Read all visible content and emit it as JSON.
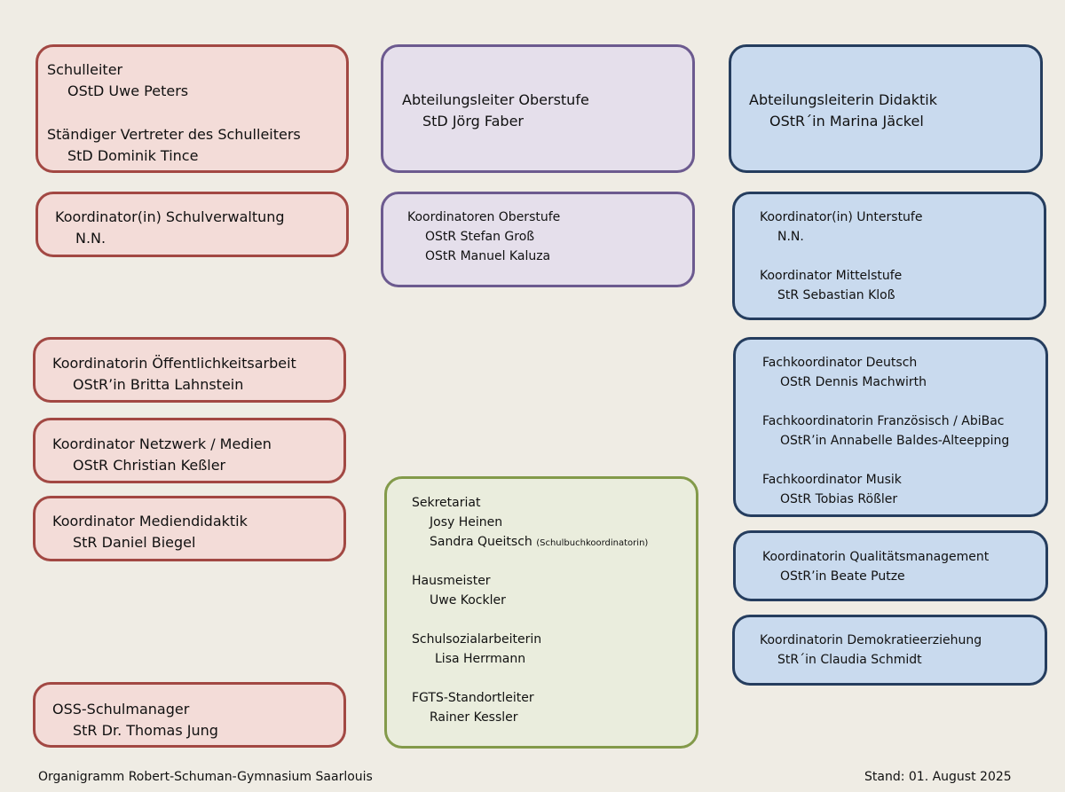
{
  "left": {
    "leadership": [
      {
        "title": "Schulleiter",
        "name": "OStD Uwe Peters"
      },
      {
        "title": "Ständiger Vertreter des Schulleiters",
        "name": "StD Dominik Tince"
      }
    ],
    "verwaltung": {
      "title": "Koordinator(in) Schulverwaltung",
      "name": "N.N."
    },
    "oeffentlichkeit": {
      "title": "Koordinatorin Öffentlichkeitsarbeit",
      "name": "OStR’in Britta Lahnstein"
    },
    "netzwerk": {
      "title": "Koordinator Netzwerk / Medien",
      "name": "OStR Christian Keßler"
    },
    "mediendidaktik": {
      "title": "Koordinator Mediendidaktik",
      "name": "StR Daniel Biegel"
    },
    "oss": {
      "title": "OSS-Schulmanager",
      "name": "StR Dr. Thomas Jung"
    }
  },
  "middle": {
    "oberstufe_leiter": {
      "title": "Abteilungsleiter Oberstufe",
      "name": "StD Jörg Faber"
    },
    "oberstufe_koord": {
      "title": "Koordinatoren Oberstufe",
      "names": [
        "OStR Stefan Groß",
        "OStR Manuel Kaluza"
      ]
    },
    "staff": {
      "sekretariat": {
        "title": "Sekretariat",
        "names": [
          "Josy Heinen",
          "Sandra Queitsch"
        ],
        "note": "(Schulbuchkoordinatorin)"
      },
      "hausmeister": {
        "title": "Hausmeister",
        "name": "Uwe Kockler"
      },
      "sozial": {
        "title": "Schulsozialarbeiterin",
        "name": "Lisa Herrmann"
      },
      "fgts": {
        "title": "FGTS-Standortleiter",
        "name": "Rainer Kessler"
      }
    }
  },
  "right": {
    "didaktik_leiter": {
      "title": "Abteilungsleiterin Didaktik",
      "name": "OStR´in Marina Jäckel"
    },
    "stufen": [
      {
        "title": "Koordinator(in) Unterstufe",
        "name": "N.N."
      },
      {
        "title": "Koordinator Mittelstufe",
        "name": "StR Sebastian Kloß"
      }
    ],
    "fach": [
      {
        "title": "Fachkoordinator Deutsch",
        "name": "OStR Dennis Machwirth"
      },
      {
        "title": "Fachkoordinatorin Französisch / AbiBac",
        "name": "OStR’in Annabelle Baldes-Alteepping"
      },
      {
        "title": "Fachkoordinator Musik",
        "name": "OStR Tobias Rößler"
      }
    ],
    "qualitaet": {
      "title": "Koordinatorin Qualitätsmanagement",
      "name": "OStR’in Beate Putze"
    },
    "demokratie": {
      "title": "Koordinatorin Demokratieerziehung",
      "name": "StR´in Claudia Schmidt"
    }
  },
  "footer": {
    "caption": "Organigramm Robert-Schuman-Gymnasium Saarlouis",
    "date": "Stand: 01. August 2025"
  },
  "colors": {
    "background": "#efece4",
    "red_fill": "#f3dcd8",
    "red_border": "#a24843",
    "purple_fill": "#e5dfeb",
    "purple_border": "#6c5a8f",
    "blue_fill": "#c9daee",
    "blue_border": "#253d5e",
    "green_fill": "#eaeddd",
    "green_border": "#839a4a"
  }
}
